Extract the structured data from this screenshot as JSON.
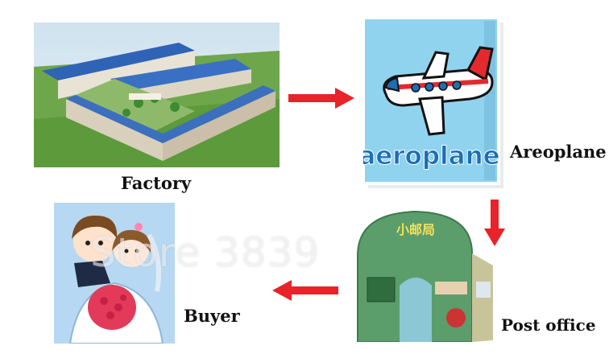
{
  "nodes": {
    "factory": {
      "label": "Factory"
    },
    "aeroplane": {
      "label": "Areoplane",
      "card_text": "aeroplane"
    },
    "post_office": {
      "label": "Post office",
      "sign_text": "小邮局"
    },
    "buyer": {
      "label": "Buyer"
    }
  },
  "flow": [
    "Factory",
    "Areoplane",
    "Post office",
    "Buyer"
  ],
  "watermark": "Store 3839",
  "colors": {
    "arrow": "#e8232a",
    "sky": "#8fd3ef",
    "plane_text": "#1b6fb5"
  }
}
